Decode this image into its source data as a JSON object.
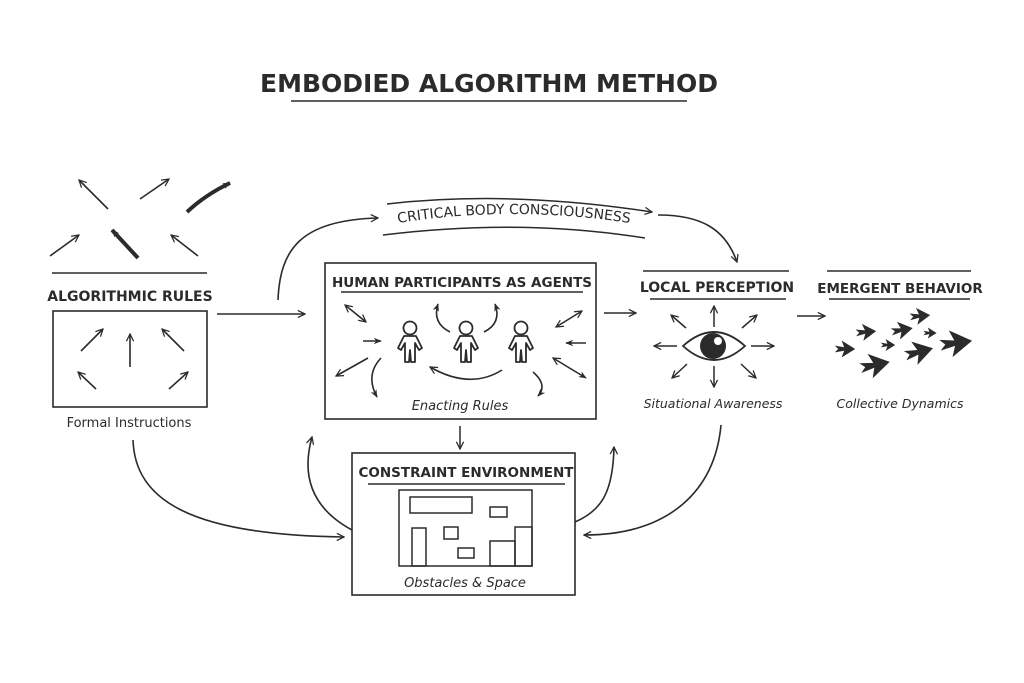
{
  "title": "EMBODIED ALGORITHM METHOD",
  "colors": {
    "ink": "#2b2b2b",
    "background": "#ffffff"
  },
  "nodes": {
    "algorithmic_rules": {
      "title": "ALGORITHMIC RULES",
      "caption": "Formal Instructions"
    },
    "human_participants": {
      "title": "HUMAN PARTICIPANTS AS AGENTS",
      "caption": "Enacting Rules"
    },
    "local_perception": {
      "title": "LOCAL PERCEPTION",
      "caption": "Situational Awareness"
    },
    "emergent_behavior": {
      "title": "EMERGENT BEHAVIOR",
      "caption": "Collective Dynamics"
    },
    "constraint_environment": {
      "title": "CONSTRAINT ENVIRONMENT",
      "caption": "Obstacles & Space"
    }
  },
  "banner": {
    "label": "CRITICAL BODY CONSCIOUSNESS"
  },
  "icons": [
    "scattered-arrows-icon",
    "rule-arrows-icon",
    "person-icon",
    "eye-icon",
    "bird-flock-icon",
    "floor-plan-icon"
  ]
}
